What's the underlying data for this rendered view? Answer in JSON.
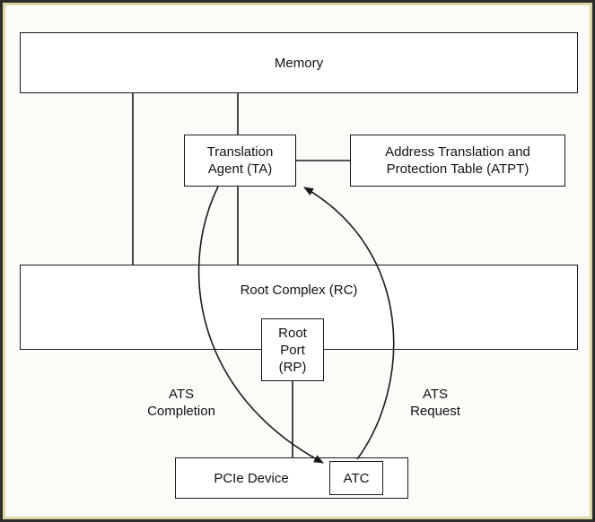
{
  "boxes": {
    "memory": {
      "label": "Memory"
    },
    "ta": {
      "label": "Translation\nAgent (TA)"
    },
    "atpt": {
      "label": "Address Translation and\nProtection Table (ATPT)"
    },
    "rc": {
      "label": "Root Complex (RC)"
    },
    "rp": {
      "label": "Root\nPort\n(RP)"
    },
    "pcie": {
      "label": "PCIe Device"
    },
    "atc": {
      "label": "ATC"
    }
  },
  "arrows": {
    "completion": {
      "label": "ATS\nCompletion"
    },
    "request": {
      "label": "ATS\nRequest"
    }
  },
  "colors": {
    "line": "#1a1a1a",
    "box_fill": "#ffffff",
    "background": "#fbfbf8",
    "frame_outer": "#2e2d2b",
    "frame_inner": "#ddd7a6"
  }
}
